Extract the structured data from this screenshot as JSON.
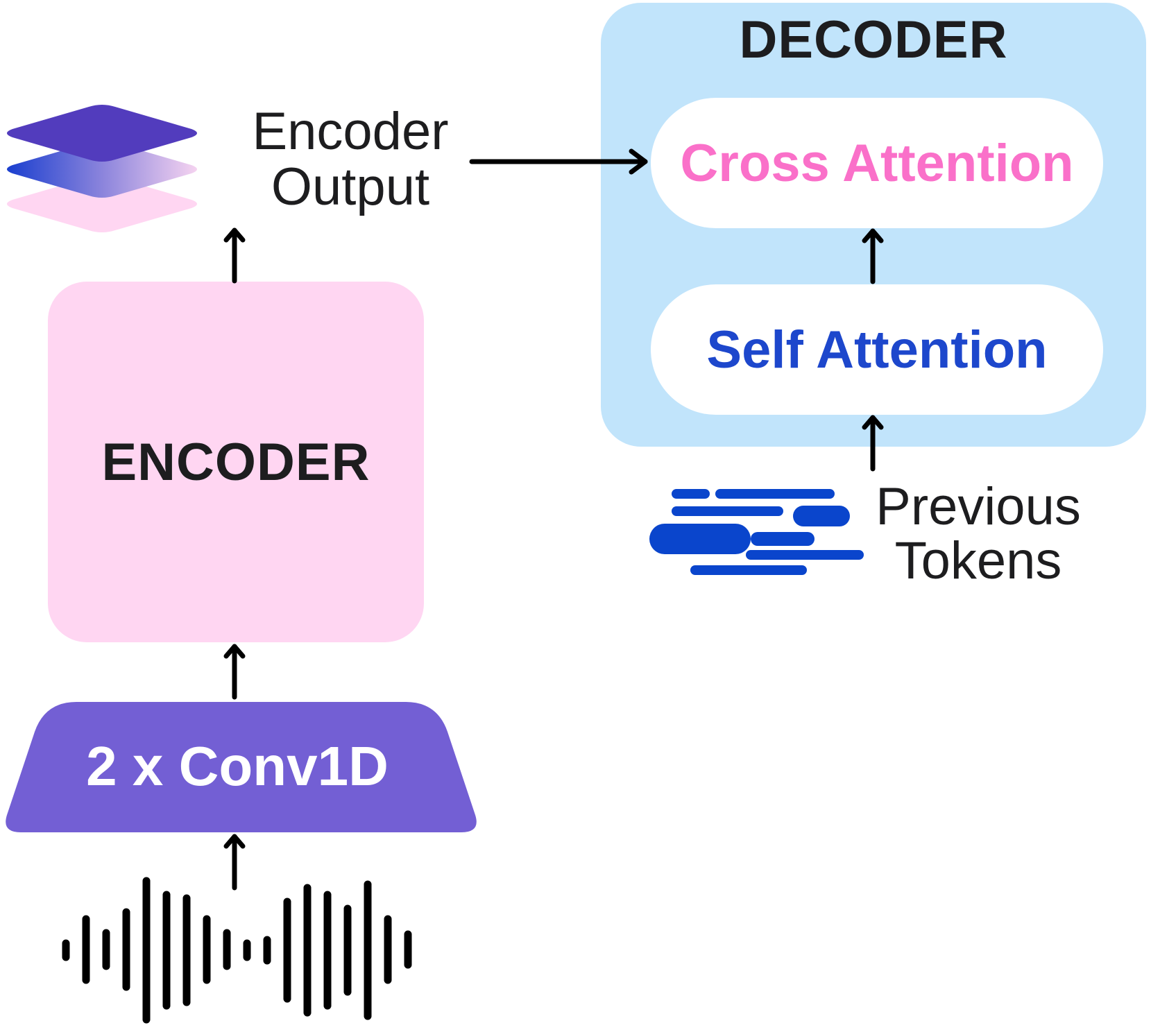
{
  "decoder": {
    "title": "DECODER",
    "cross_attention_label": "Cross Attention",
    "self_attention_label": "Self Attention"
  },
  "encoder": {
    "title": "ENCODER",
    "output_label_line1": "Encoder",
    "output_label_line2": "Output"
  },
  "conv": {
    "label": "2 x Conv1D"
  },
  "tokens": {
    "label_line1": "Previous",
    "label_line2": "Tokens"
  },
  "colors": {
    "decoder_bg": "#c1e4fb",
    "encoder_bg": "#ffd6f2",
    "conv_bg": "#735fd4",
    "cross_attention_text": "#fa70c9",
    "self_attention_text": "#1d47cc",
    "token_bars": "#0a45cc",
    "layer_top": "#523cbd",
    "layer_bottom": "#ffd6f2"
  }
}
